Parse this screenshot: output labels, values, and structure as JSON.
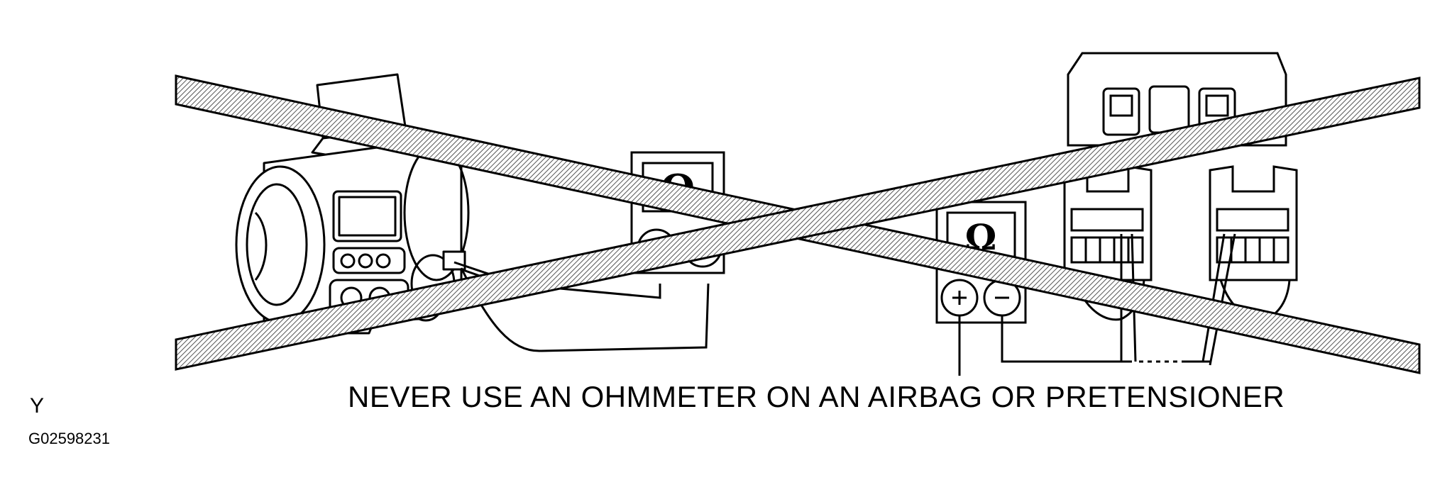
{
  "warning_text": "NEVER USE AN OHMMETER ON AN AIRBAG OR PRETENSIONER",
  "side_letter": "Y",
  "figure_id": "G02598231",
  "meter_symbol": "Ω",
  "icons": [
    "airbag-inflator-icon",
    "ohmmeter-icon",
    "pretensioner-connector-icon",
    "prohibited-cross-icon"
  ],
  "colors": {
    "ink": "#000000",
    "hatch": "#777777",
    "paper": "#ffffff"
  }
}
